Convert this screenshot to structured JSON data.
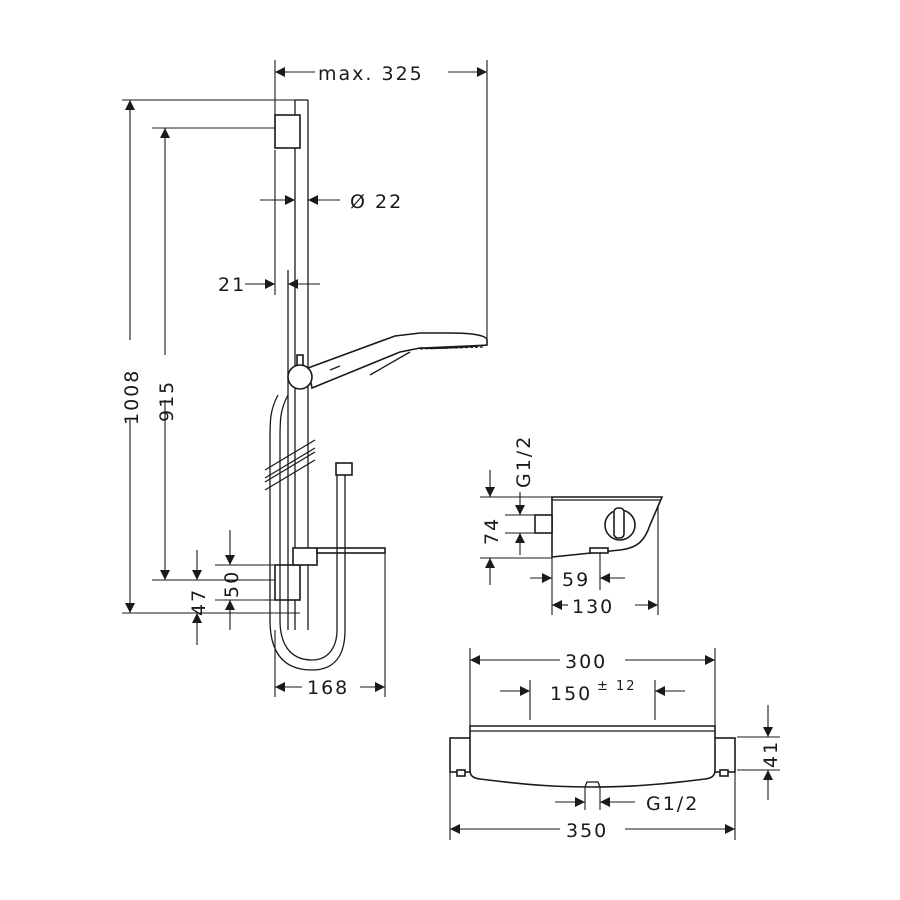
{
  "drawing": {
    "dimensions": {
      "max_reach": "max. 325",
      "rail_diameter": "Ø 22",
      "wall_offset": "21",
      "total_height": "1008",
      "rail_length": "915",
      "bracket_a": "50",
      "bracket_b": "47",
      "projection": "168",
      "thread_side": "G1/2",
      "side_height": "74",
      "side_inlet": "59",
      "side_depth": "130",
      "front_width": "300",
      "centre_distance": "150",
      "centre_tolerance": "± 12",
      "front_height": "41",
      "outlet_thread": "G1/2",
      "overall_width": "350"
    },
    "colors": {
      "line": "#1a1a1a",
      "background": "#ffffff"
    }
  }
}
